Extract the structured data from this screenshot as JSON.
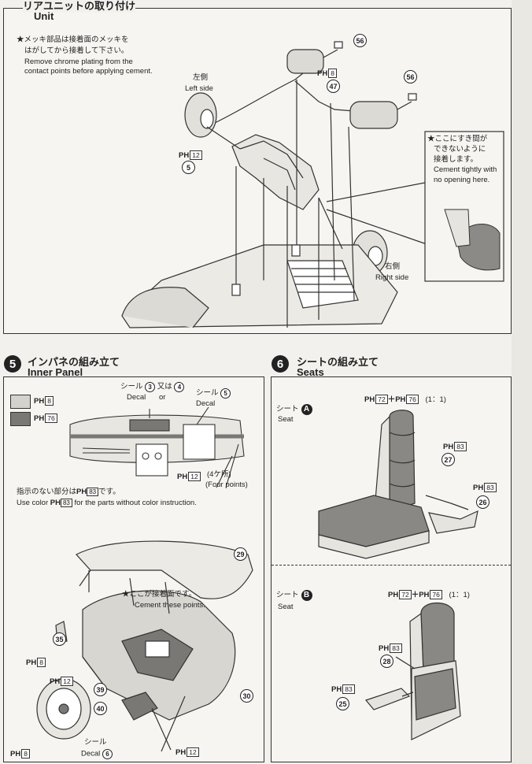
{
  "rear_unit": {
    "title_jp": "リアユニットの取り付け",
    "title_en": "Unit",
    "note_jp_1": "★メッキ部品は接着面のメッキを",
    "note_jp_2": "はがしてから接着して下さい。",
    "note_en_1": "Remove chrome plating from the",
    "note_en_2": "contact points before applying cement.",
    "left_jp": "左側",
    "left_en": "Left side",
    "right_jp": "右側",
    "right_en": "Right side",
    "callout_jp_1": "★ここにすき間が",
    "callout_jp_2": "できないように",
    "callout_jp_3": "接着します。",
    "callout_en_1": "Cement tightly with",
    "callout_en_2": "no opening here.",
    "parts": [
      "56",
      "47",
      "56",
      "5"
    ],
    "ph_a": "H",
    "ph_a_no": "8",
    "ph_b": "H",
    "ph_b_no": "12"
  },
  "inner_panel": {
    "step": "5",
    "title_jp": "インパネの組み立て",
    "title_en": "Inner Panel",
    "swatch1_label": "H",
    "swatch1_no": "8",
    "swatch1_color": "#d4d2cd",
    "swatch2_label": "H",
    "swatch2_no": "76",
    "swatch2_color": "#7a7875",
    "decal_jp": "シール",
    "decal_no1": "3",
    "or_jp": "又は",
    "decal_no2": "4",
    "decal_en": "Decal",
    "or_en": "or",
    "decal2_jp": "シール",
    "decal2_no": "5",
    "decal2_en": "Decal",
    "ph12": "H",
    "ph12_no": "12",
    "four_jp": "(4ケ所)",
    "four_en": "(Four points)",
    "instr_jp_1": "指示のない部分は",
    "instr_jp_ph": "H",
    "instr_jp_no": "83",
    "instr_jp_2": "です。",
    "instr_en_1": "Use color",
    "instr_en_ph": "H",
    "instr_en_no": "83",
    "instr_en_2": "for the parts without color instruction.",
    "cement_jp": "★ここが接着面です。",
    "cement_en": "Cement these points.",
    "part29": "29",
    "part35": "35",
    "part39": "39",
    "part40": "40",
    "part30": "30",
    "ph8a": "H",
    "ph8a_no": "8",
    "ph12b": "H",
    "ph12b_no": "12",
    "ph8b": "H",
    "ph8b_no": "8",
    "ph12c": "H",
    "ph12c_no": "12",
    "decal6_jp": "シール",
    "decal6_no": "6",
    "decal6_en": "Decal"
  },
  "seats": {
    "step": "6",
    "title_jp": "シートの組み立て",
    "title_en": "Seats",
    "a_jp": "シート",
    "a_en": "Seat",
    "a_letter": "A",
    "a_mix_ph1": "H",
    "a_mix_no1": "72",
    "a_mix_plus": "＋",
    "a_mix_ph2": "H",
    "a_mix_no2": "76",
    "a_ratio": "(1：1)",
    "a_ph83": "H",
    "a_ph83_no": "83",
    "a_part27": "27",
    "a_ph83b": "H",
    "a_ph83b_no": "83",
    "a_part26": "26",
    "b_jp": "シート",
    "b_en": "Seat",
    "b_letter": "B",
    "b_mix_ph1": "H",
    "b_mix_no1": "72",
    "b_mix_plus": "＋",
    "b_mix_ph2": "H",
    "b_mix_no2": "76",
    "b_ratio": "(1：1)",
    "b_ph83": "H",
    "b_ph83_no": "83",
    "b_part28": "28",
    "b_ph83b": "H",
    "b_ph83b_no": "83",
    "b_part25": "25"
  },
  "colors": {
    "line": "#333333",
    "seat_dark": "#8a8884",
    "seat_light": "#e6e4df",
    "bg": "#f2f1ee"
  }
}
